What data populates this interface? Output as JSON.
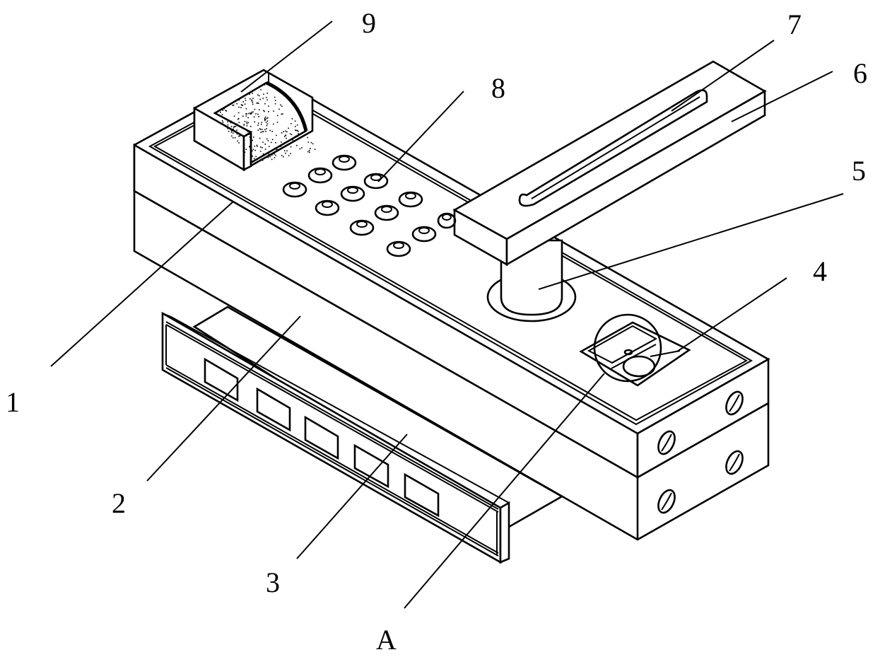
{
  "figure": {
    "title": "Isometric drawing of smart lock assembly",
    "callouts": [
      {
        "id": "1",
        "text": "1"
      },
      {
        "id": "2",
        "text": "2"
      },
      {
        "id": "3",
        "text": "3"
      },
      {
        "id": "4",
        "text": "4"
      },
      {
        "id": "5",
        "text": "5"
      },
      {
        "id": "6",
        "text": "6"
      },
      {
        "id": "7",
        "text": "7"
      },
      {
        "id": "8",
        "text": "8"
      },
      {
        "id": "9",
        "text": "9"
      },
      {
        "id": "A",
        "text": "A"
      }
    ],
    "keypad_button_count": 12,
    "display_window_count": 5,
    "side_screw_hole_count": 4,
    "colors": {
      "line": "#000000",
      "background": "#ffffff"
    }
  }
}
